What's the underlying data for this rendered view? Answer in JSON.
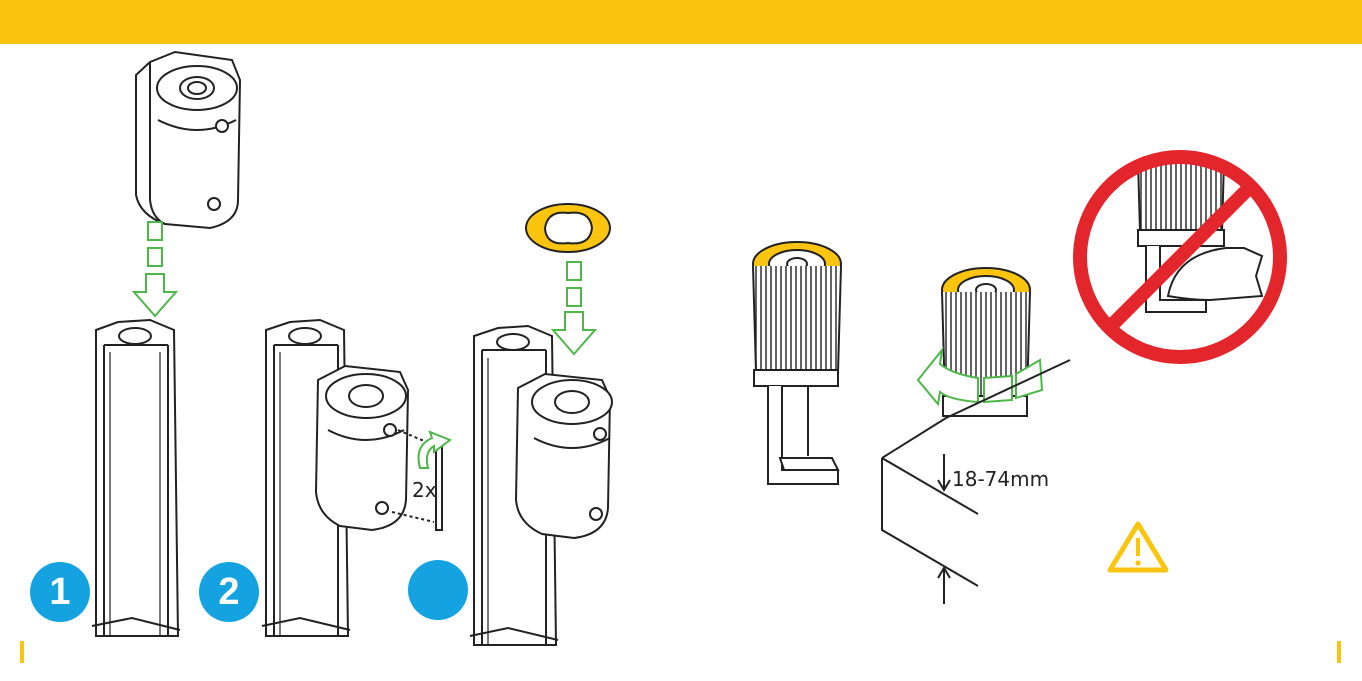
{
  "steps": [
    {
      "number": "1"
    },
    {
      "number": "2"
    },
    {
      "number": ""
    }
  ],
  "annotations": {
    "repeat": "2x",
    "clamp_range": "18-74mm"
  },
  "colors": {
    "header": "#FBC50F",
    "step_badge": "#14A3E0",
    "arrow_green": "#4DB849",
    "prohibit_red": "#E3262B",
    "warning_yellow": "#FBC50F"
  },
  "icons": [
    "down-arrow-icon",
    "rotate-arrow-icon",
    "hex-key-icon",
    "no-sign-icon",
    "warning-icon"
  ]
}
